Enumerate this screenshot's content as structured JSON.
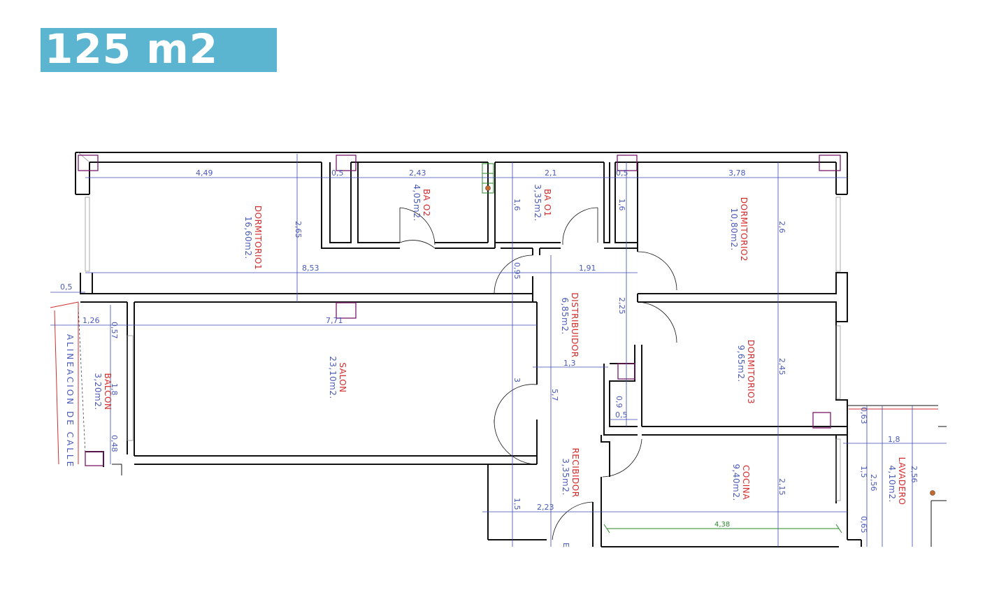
{
  "badge": {
    "area_total": "125 m2",
    "color": "#5cb5d0"
  },
  "rooms": [
    {
      "id": "dormitorio1",
      "name": "DORMITORIO1",
      "area": "16,60m2."
    },
    {
      "id": "bano2",
      "name": "BA  O2",
      "area": "4,05m2."
    },
    {
      "id": "bano1",
      "name": "BA  O1",
      "area": "3,35m2."
    },
    {
      "id": "dormitorio2",
      "name": "DORMITORIO2",
      "area": "10,80m2."
    },
    {
      "id": "distribuidor",
      "name": "DISTRIBUIDOR",
      "area": "6,85m2."
    },
    {
      "id": "salon",
      "name": "SALON",
      "area": "23,10m2."
    },
    {
      "id": "balcon",
      "name": "BALCON",
      "area": "3,20m2."
    },
    {
      "id": "dormitorio3",
      "name": "DORMITORIO3",
      "area": "9,65m2."
    },
    {
      "id": "recibidor",
      "name": "RECIBIDOR",
      "area": "3,35m2."
    },
    {
      "id": "cocina",
      "name": "COCINA",
      "area": "9,40m2."
    },
    {
      "id": "lavadero",
      "name": "LAVADERO",
      "area": "4,10m2."
    }
  ],
  "street_label": "ALINEACION  DE  CALLE",
  "dims": {
    "d449": "4,49",
    "d05a": "0,5",
    "d243": "2,43",
    "d21": "2,1",
    "d05b": "0,5",
    "d378": "3,78",
    "d16a": "1,6",
    "d16b": "1,6",
    "d265": "2,65",
    "d26": "2,6",
    "d853": "8,53",
    "d191": "1,91",
    "d095": "0,95",
    "d225": "2,25",
    "d05c": "0,5",
    "d126": "1,26",
    "d057": "0,57",
    "d771": "7,71",
    "d18": "1,8",
    "d048": "0,48",
    "d13": "1,3",
    "d3": "3",
    "d57": "5,7",
    "d245": "2,45",
    "d09": "0,9",
    "d05d": "0,5",
    "d063": "0,63",
    "d18b": "1,8",
    "d15a": "1,5",
    "d256a": "2,56",
    "d256b": "2,56",
    "d215": "2,15",
    "d15b": "1,5",
    "d223": "2,23",
    "d438": "4,38",
    "d065": "0,65",
    "d_e": "E"
  },
  "colors": {
    "room_label": "#d42a2a",
    "dimension": "#4a5ab8",
    "column": "#7a1a6a",
    "green_dim": "#2a8a2a"
  }
}
